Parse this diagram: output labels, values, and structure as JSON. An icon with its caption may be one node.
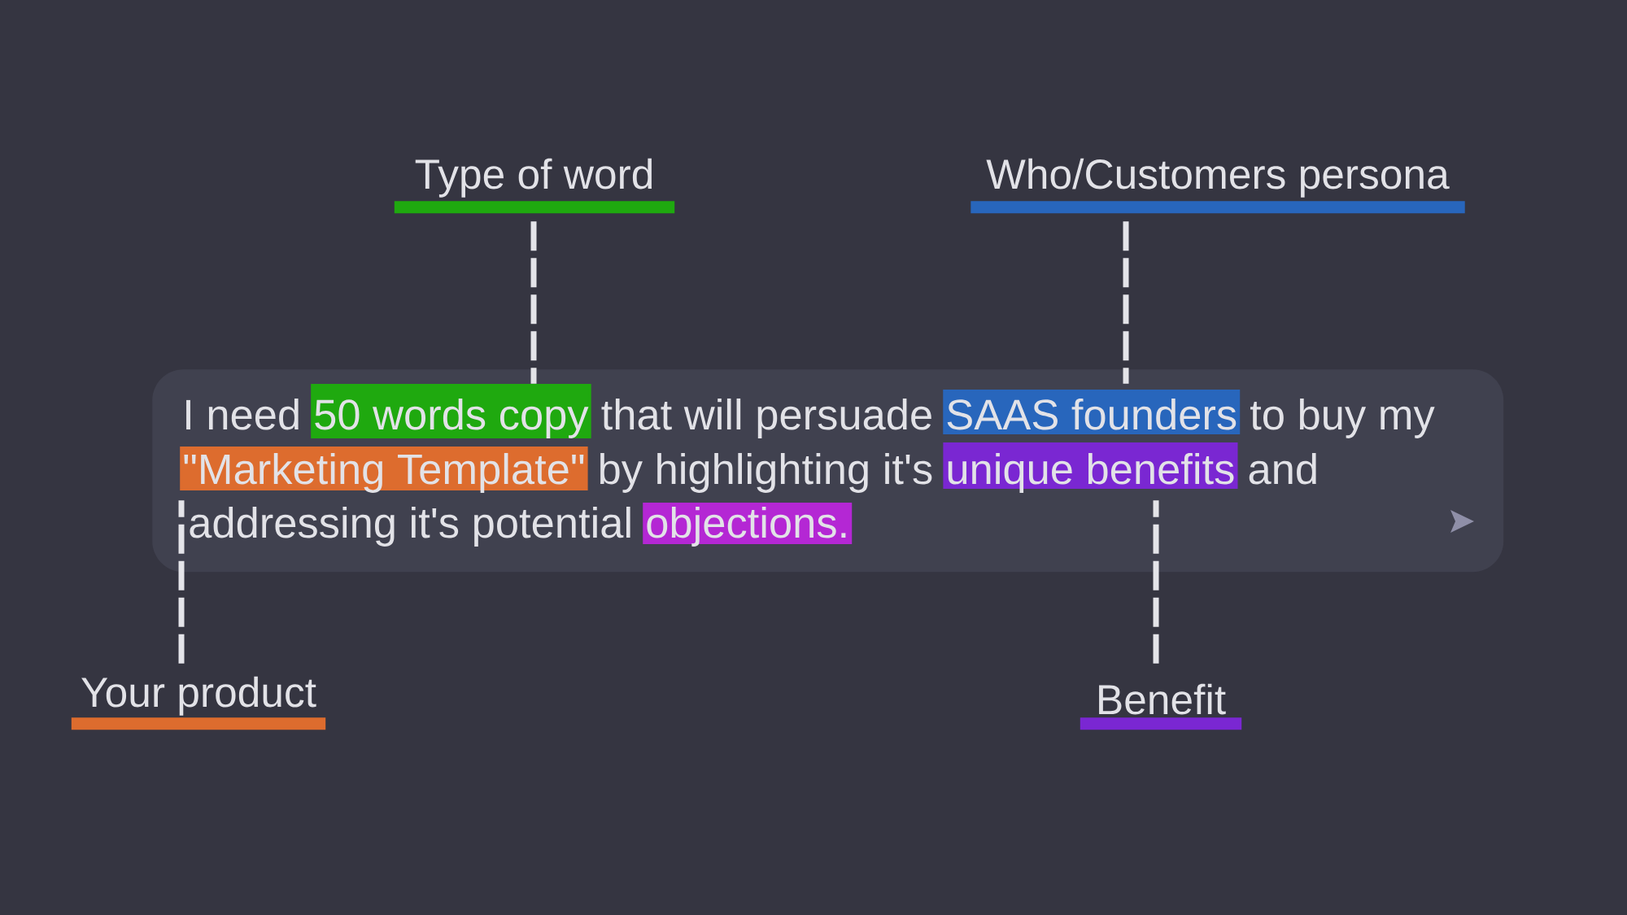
{
  "diagram": {
    "nodes": [
      {
        "text": [
          "Type of word"
        ]
      },
      {
        "text": [
          "Who/Customers persona"
        ]
      },
      {
        "text": [
          "I need",
          "that will persuade",
          "to buy my",
          "by highlighting it's",
          "and",
          "addressing it's potential"
        ]
      },
      {
        "text": [
          "50 words copy"
        ],
        "in": 2
      },
      {
        "text": [
          "SAAS founders"
        ],
        "in": 2
      },
      {
        "text": [
          "\"Marketing Template\""
        ],
        "in": 2
      },
      {
        "text": [
          "unique benefits"
        ],
        "in": 2
      },
      {
        "text": [
          "objections."
        ],
        "in": 2
      },
      {
        "text": [
          "Your product"
        ]
      },
      {
        "text": [
          "Benefit"
        ]
      }
    ],
    "edges": [
      {
        "from": 0,
        "to": 3,
        "arrow": "none",
        "style": "dashed"
      },
      {
        "from": 1,
        "to": 4,
        "arrow": "none",
        "style": "dashed"
      },
      {
        "from": 8,
        "to": 5,
        "arrow": "none",
        "style": "dashed"
      },
      {
        "from": 9,
        "to": 6,
        "arrow": "none",
        "style": "dashed"
      }
    ]
  }
}
